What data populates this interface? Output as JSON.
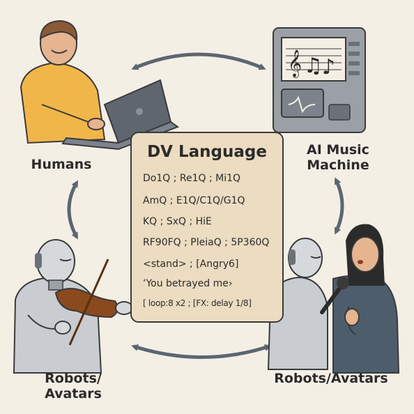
{
  "nodes": {
    "humans": "Humans",
    "ai_music_machine": [
      "AI Music",
      "Machine"
    ],
    "robots_left": [
      "Robots/",
      "Avatars"
    ],
    "robots_right": "Robots/Avatars"
  },
  "card": {
    "title": "DV Language",
    "lines": [
      "Do1Q  ; Re1Q  ; Mi1Q",
      "AmQ ; E1Q/C1Q/G1Q",
      "KQ ; SxQ ; HiE",
      "RF90FQ ; PleiaQ ; 5P360Q",
      "<stand> ; [Angry6]",
      "‘You betrayed me›",
      "[ loop:8 x2 ; [FX: delay 1/8]"
    ]
  },
  "colors": {
    "background": "#f4efe5",
    "card_fill": "#ecdcc1",
    "arrow": "#5b6670",
    "shirt": "#f0b64a",
    "laptop": "#5f6670",
    "robot": "#c9ccd0",
    "machine": "#9aa0a6",
    "violin": "#8a4a1e",
    "dress": "#4e5d6c"
  },
  "icons": [
    "laptop-icon",
    "music-notes-icon",
    "violin-icon",
    "microphone-icon",
    "bidirectional-arrow-icon"
  ]
}
